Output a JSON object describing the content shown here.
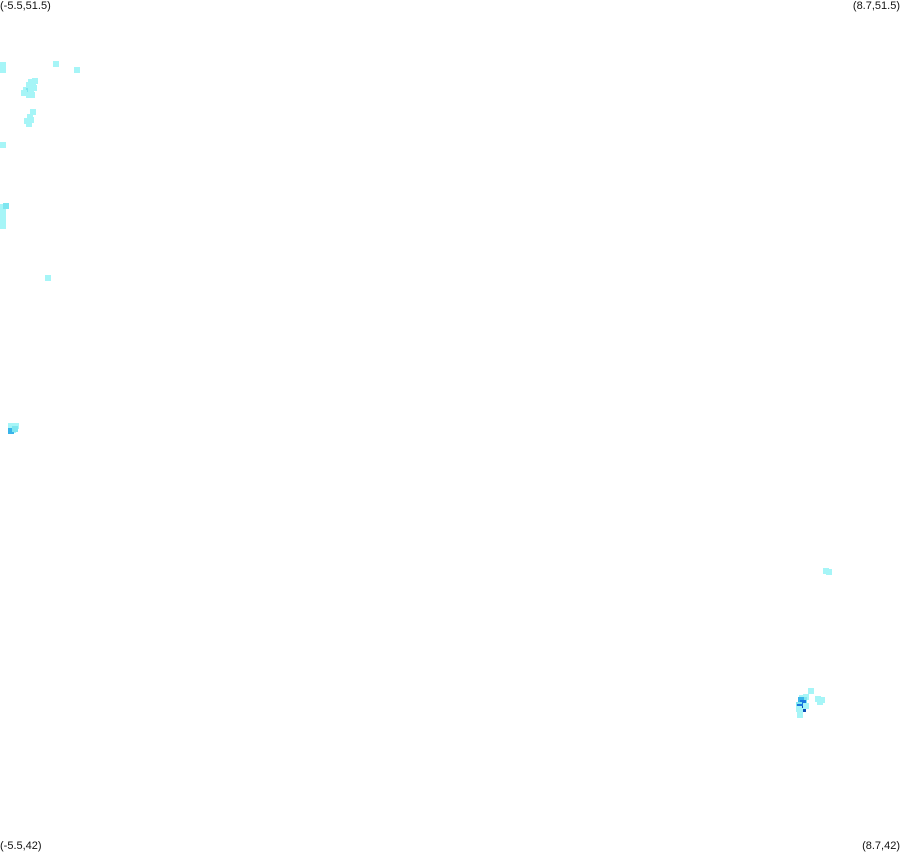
{
  "corners": {
    "top_left": "(-5.5,51.5)",
    "top_right": "(8.7,51.5)",
    "bottom_left": "(-5.5,42)",
    "bottom_right": "(8.7,42)"
  },
  "extent": {
    "lon_min": -5.5,
    "lon_max": 8.7,
    "lat_min": 42,
    "lat_max": 51.5
  },
  "colors": {
    "background": "#ffffff",
    "level_1": "#a6f5f7",
    "level_2": "#7ee6f0",
    "level_3": "#38b4ea",
    "level_4": "#1a78e0",
    "level_5": "#0a4fb8"
  },
  "cells": [
    {
      "lon": -5.49,
      "lat": 50.78,
      "level": 1
    },
    {
      "lon": -5.49,
      "lat": 50.72,
      "level": 1
    },
    {
      "lon": -4.61,
      "lat": 50.79,
      "level": 1
    },
    {
      "lon": -4.28,
      "lat": 50.72,
      "level": 1
    },
    {
      "lon": -5.09,
      "lat": 50.5,
      "level": 1
    },
    {
      "lon": -5.04,
      "lat": 50.55,
      "level": 1
    },
    {
      "lon": -5.01,
      "lat": 50.59,
      "level": 1
    },
    {
      "lon": -4.98,
      "lat": 50.59,
      "level": 1
    },
    {
      "lon": -4.95,
      "lat": 50.6,
      "level": 1
    },
    {
      "lon": -5.04,
      "lat": 50.49,
      "level": 2
    },
    {
      "lon": -5.01,
      "lat": 50.51,
      "level": 1
    },
    {
      "lon": -4.97,
      "lat": 50.52,
      "level": 1
    },
    {
      "lon": -5.12,
      "lat": 50.46,
      "level": 1
    },
    {
      "lon": -5.04,
      "lat": 50.44,
      "level": 1
    },
    {
      "lon": -5.0,
      "lat": 50.44,
      "level": 1
    },
    {
      "lon": -4.98,
      "lat": 50.25,
      "level": 1
    },
    {
      "lon": -5.03,
      "lat": 50.2,
      "level": 1
    },
    {
      "lon": -5.08,
      "lat": 50.15,
      "level": 1
    },
    {
      "lon": -5.01,
      "lat": 50.16,
      "level": 1
    },
    {
      "lon": -5.04,
      "lat": 50.12,
      "level": 1
    },
    {
      "lon": -5.48,
      "lat": 49.88,
      "level": 1
    },
    {
      "lon": -5.46,
      "lat": 49.19,
      "level": 1
    },
    {
      "lon": -5.41,
      "lat": 49.2,
      "level": 2
    },
    {
      "lon": -5.45,
      "lat": 49.13,
      "level": 1
    },
    {
      "lon": -5.48,
      "lat": 49.07,
      "level": 1
    },
    {
      "lon": -5.46,
      "lat": 49.03,
      "level": 1
    },
    {
      "lon": -5.49,
      "lat": 48.98,
      "level": 1
    },
    {
      "lon": -4.75,
      "lat": 48.4,
      "level": 1
    },
    {
      "lon": -5.33,
      "lat": 46.75,
      "level": 1
    },
    {
      "lon": -5.25,
      "lat": 46.75,
      "level": 1
    },
    {
      "lon": -5.29,
      "lat": 46.7,
      "level": 1
    },
    {
      "lon": -5.32,
      "lat": 46.69,
      "level": 3
    },
    {
      "lon": -5.26,
      "lat": 46.72,
      "level": 2
    },
    {
      "lon": 7.53,
      "lat": 45.13,
      "level": 1
    },
    {
      "lon": 7.58,
      "lat": 45.12,
      "level": 1
    },
    {
      "lon": 7.29,
      "lat": 43.8,
      "level": 1
    },
    {
      "lon": 7.22,
      "lat": 43.73,
      "level": 1
    },
    {
      "lon": 7.15,
      "lat": 43.72,
      "level": 1
    },
    {
      "lon": 7.18,
      "lat": 43.69,
      "level": 2
    },
    {
      "lon": 7.14,
      "lat": 43.69,
      "level": 3
    },
    {
      "lon": 7.17,
      "lat": 43.66,
      "level": 4
    },
    {
      "lon": 7.11,
      "lat": 43.64,
      "level": 2
    },
    {
      "lon": 7.13,
      "lat": 43.62,
      "level": 4
    },
    {
      "lon": 7.17,
      "lat": 43.6,
      "level": 5
    },
    {
      "lon": 7.21,
      "lat": 43.63,
      "level": 1
    },
    {
      "lon": 7.1,
      "lat": 43.59,
      "level": 1
    },
    {
      "lon": 7.12,
      "lat": 43.57,
      "level": 1
    },
    {
      "lon": 7.13,
      "lat": 43.53,
      "level": 1
    },
    {
      "lon": 7.41,
      "lat": 43.71,
      "level": 1
    },
    {
      "lon": 7.47,
      "lat": 43.69,
      "level": 1
    },
    {
      "lon": 7.43,
      "lat": 43.67,
      "level": 1
    }
  ]
}
